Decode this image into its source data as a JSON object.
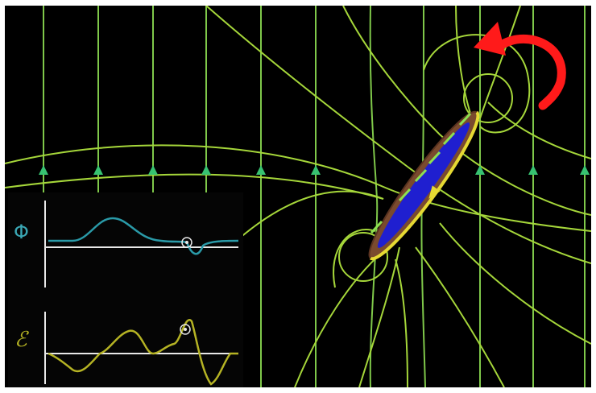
{
  "scene": {
    "background": "#000000",
    "field_color": "#8fcf3a",
    "arrow_color": "#37c271",
    "loop": {
      "rim_color": "#e6d933",
      "disk_color": "#1f1fd0",
      "body_color": "#7a4a2e"
    },
    "rotation_arrow_color": "#ff1a1a",
    "rotation_arrow_icon": "counterclockwise-arrow"
  },
  "inset": {
    "flux_label": "Φ",
    "emf_label": "ℰ",
    "flux_color": "#2a9aa8",
    "emf_color": "#b5b324",
    "axis_color": "#e8e8e8",
    "marker_icon": "circle-dot-marker"
  }
}
